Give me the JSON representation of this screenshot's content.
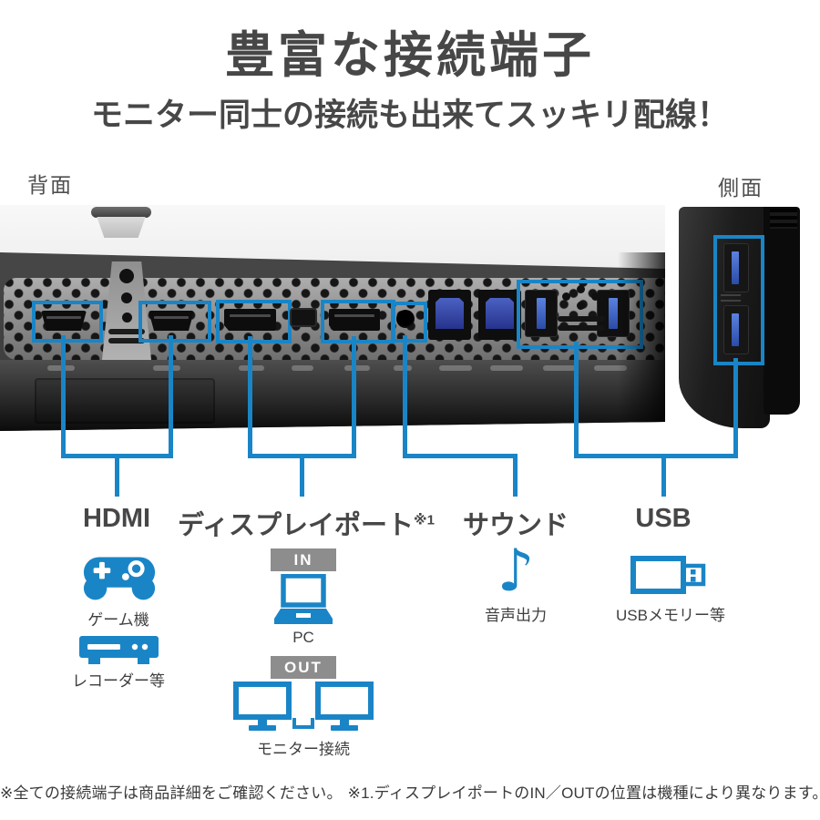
{
  "colors": {
    "accent": "#1a85c6",
    "badge_bg": "#8d8d8d",
    "heading": "#474747",
    "label": "#474747",
    "caption": "#3f3f3f",
    "footer": "#3a3a3a",
    "view_label": "#4f4f4f"
  },
  "header": {
    "title": "豊富な接続端子",
    "subtitle": "モニター同士の接続も出来てスッキリ配線！"
  },
  "photo": {
    "back_view_label": "背面",
    "side_view_label": "側面"
  },
  "sections": {
    "hdmi": {
      "label": "HDMI",
      "items": [
        {
          "icon": "game-controller-icon",
          "caption": "ゲーム機"
        },
        {
          "icon": "recorder-icon",
          "caption": "レコーダー等"
        }
      ]
    },
    "displayport": {
      "label": "ディスプレイポート",
      "superscript": "※1",
      "items": [
        {
          "badge": "IN",
          "icon": "laptop-icon",
          "caption": "PC"
        },
        {
          "badge": "OUT",
          "icon": "dual-monitor-icon",
          "caption": "モニター接続"
        }
      ]
    },
    "sound": {
      "label": "サウンド",
      "items": [
        {
          "icon": "music-note-icon",
          "caption": "音声出力"
        }
      ]
    },
    "usb": {
      "label": "USB",
      "items": [
        {
          "icon": "usb-memory-icon",
          "caption": "USBメモリー等"
        }
      ]
    }
  },
  "icons": {
    "music_note": "♪"
  },
  "footer": {
    "note_all": "※全ての接続端子は商品詳細をご確認ください。",
    "note_1": "※1.ディスプレイポートのIN／OUTの位置は機種により異なります。"
  }
}
